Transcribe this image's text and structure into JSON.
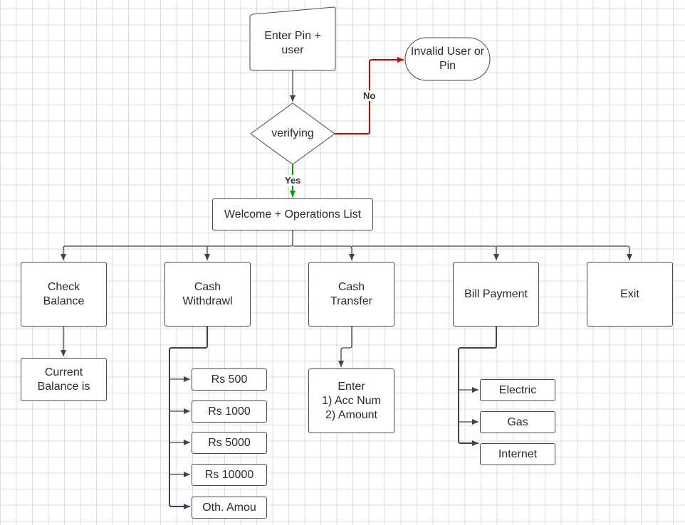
{
  "colors": {
    "stroke": "#4a4a4a",
    "edge": "#3c4350",
    "no_edge": "#d50000",
    "yes_edge": "#00a000",
    "grid": "#dcdcdc"
  },
  "nodes": {
    "enter_pin": "Enter Pin +\nuser",
    "invalid": "Invalid User or\nPin",
    "verifying": "verifying",
    "welcome": "Welcome + Operations List",
    "check_balance": "Check\nBalance",
    "cash_withdrawl": "Cash\nWithdrawl",
    "cash_transfer": "Cash\nTransfer",
    "bill_payment": "Bill Payment",
    "exit": "Exit",
    "current_balance": "Current\nBalance is",
    "rs500": "Rs 500",
    "rs1000": "Rs 1000",
    "rs5000": "Rs 5000",
    "rs10000": "Rs 10000",
    "other_amount": "Oth. Amou",
    "transfer_details": "Enter\n1) Acc Num\n2) Amount",
    "electric": "Electric",
    "gas": "Gas",
    "internet": "Internet"
  },
  "edge_labels": {
    "no": "No",
    "yes": "Yes"
  }
}
